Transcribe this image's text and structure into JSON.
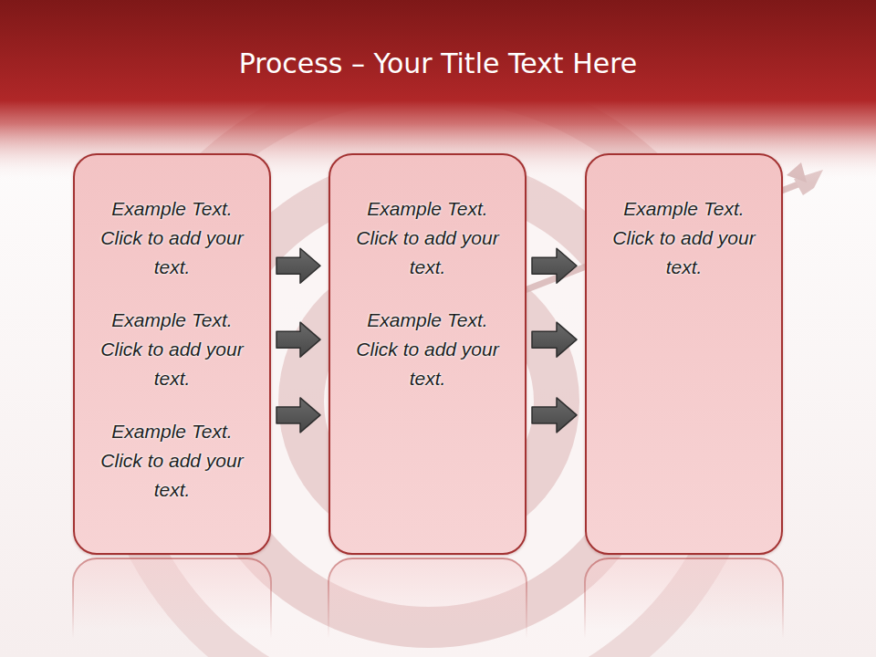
{
  "diagram": {
    "title": "Process – Your Title Text Here",
    "nodes": [
      {
        "text": [
          "Example Text. Click to add your text.",
          "Example Text. Click to add your text.",
          "Example Text. Click to add your text."
        ]
      },
      {
        "text": [
          "Example Text. Click to add your text.",
          "Example Text. Click to add your text."
        ]
      },
      {
        "text": [
          "Example Text. Click to add your text."
        ]
      }
    ],
    "edges": [
      {
        "from": 0,
        "to": 1,
        "arrow": "to"
      },
      {
        "from": 0,
        "to": 1,
        "arrow": "to"
      },
      {
        "from": 0,
        "to": 1,
        "arrow": "to"
      },
      {
        "from": 1,
        "to": 2,
        "arrow": "to"
      },
      {
        "from": 1,
        "to": 2,
        "arrow": "to"
      },
      {
        "from": 1,
        "to": 2,
        "arrow": "to"
      }
    ]
  }
}
